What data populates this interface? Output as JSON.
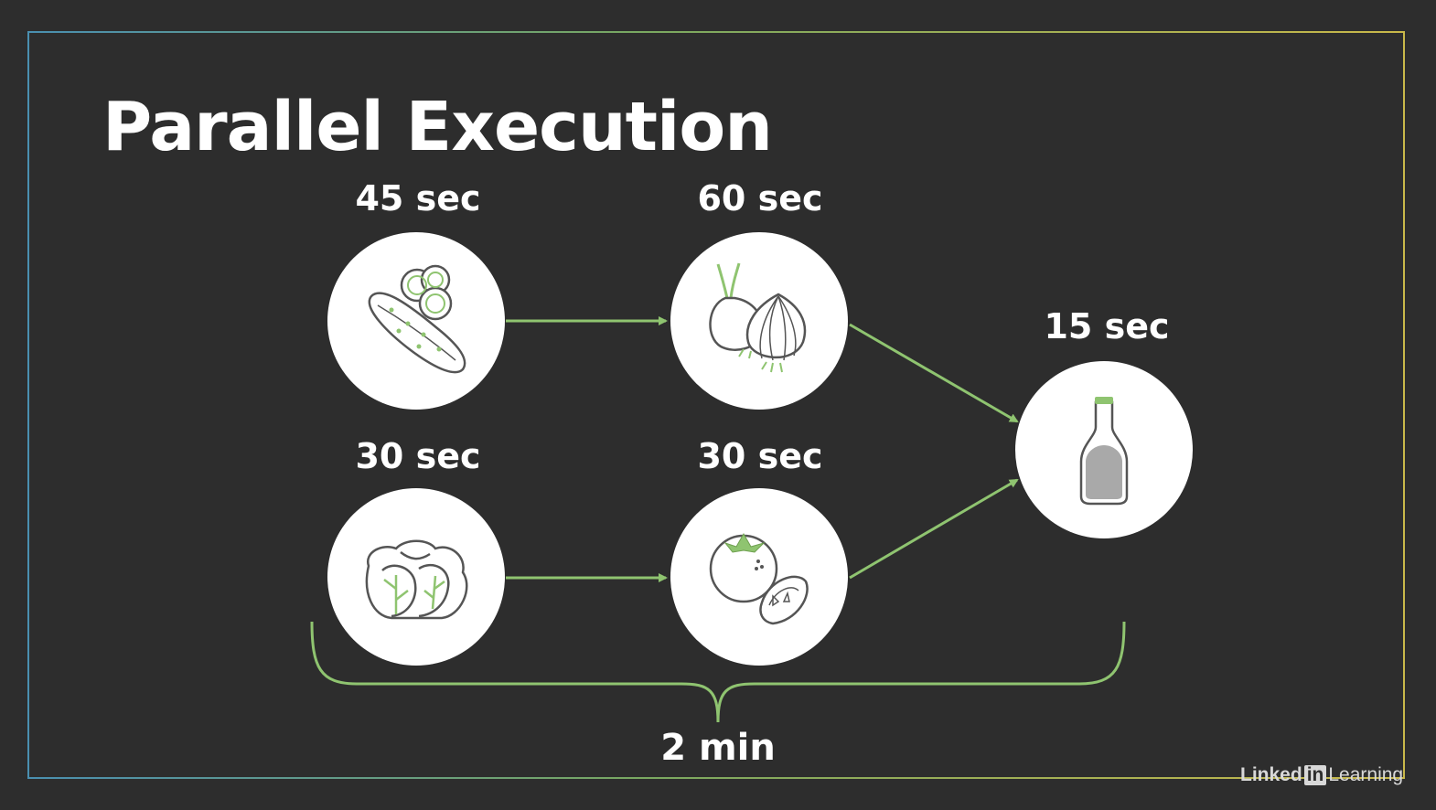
{
  "slide": {
    "title": "Parallel Execution",
    "total_time": "2 min"
  },
  "tasks": [
    {
      "id": "cucumber",
      "icon": "cucumber-icon",
      "time": "45 sec"
    },
    {
      "id": "onion",
      "icon": "onion-icon",
      "time": "60 sec"
    },
    {
      "id": "lettuce",
      "icon": "lettuce-icon",
      "time": "30 sec"
    },
    {
      "id": "tomato",
      "icon": "tomato-icon",
      "time": "30 sec"
    },
    {
      "id": "dressing",
      "icon": "dressing-bottle-icon",
      "time": "15 sec"
    }
  ],
  "edges": [
    [
      "cucumber",
      "onion"
    ],
    [
      "lettuce",
      "tomato"
    ],
    [
      "onion",
      "dressing"
    ],
    [
      "tomato",
      "dressing"
    ]
  ],
  "brand": {
    "prefix": "Linked",
    "box": "in",
    "suffix": "Learning"
  },
  "colors": {
    "background": "#2d2d2d",
    "accent_green": "#8fc470",
    "node_fill": "#ffffff",
    "icon_stroke": "#555555"
  }
}
